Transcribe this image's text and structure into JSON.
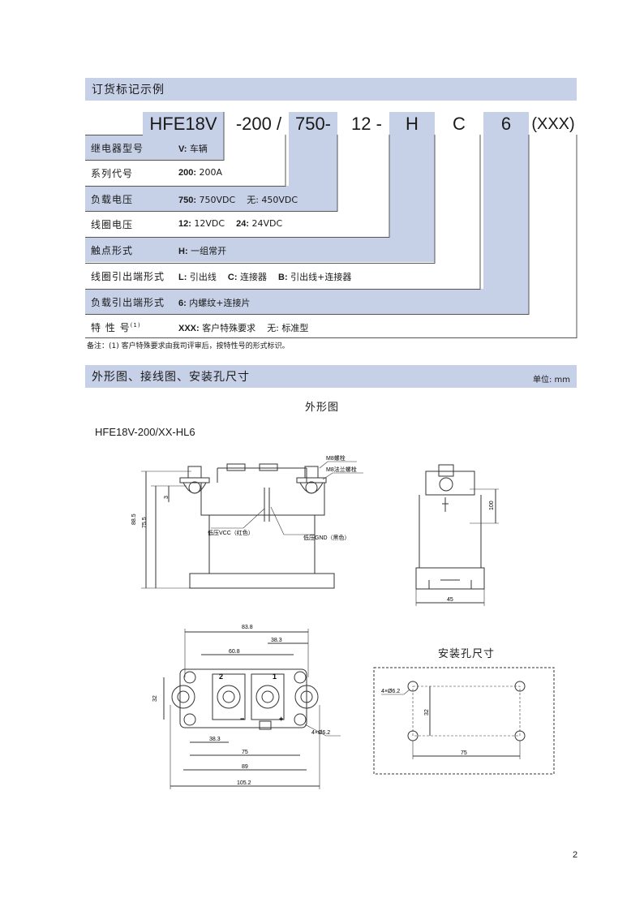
{
  "section1": {
    "title": "订货标记示例"
  },
  "code_parts": [
    "HFE18V",
    "-200 /",
    "750-",
    "12 -",
    "H",
    "C",
    "6",
    "(XXX)"
  ],
  "rows": [
    {
      "label": "继电器型号",
      "values": [
        {
          "code": "V:",
          "text": " 车辆"
        }
      ]
    },
    {
      "label": "系列代号",
      "values": [
        {
          "code": "200:",
          "text": " 200A"
        }
      ]
    },
    {
      "label": "负载电压",
      "values": [
        {
          "code": "750:",
          "text": " 750VDC"
        },
        {
          "code": "",
          "text": "无: 450VDC"
        }
      ]
    },
    {
      "label": "线圈电压",
      "values": [
        {
          "code": "12:",
          "text": " 12VDC"
        },
        {
          "code": "24:",
          "text": " 24VDC"
        }
      ]
    },
    {
      "label": "触点形式",
      "values": [
        {
          "code": "H:",
          "text": " 一组常开"
        }
      ]
    },
    {
      "label": "线圈引出端形式",
      "values": [
        {
          "code": "L:",
          "text": " 引出线"
        },
        {
          "code": "C:",
          "text": " 连接器"
        },
        {
          "code": "B:",
          "text": " 引出线+连接器"
        }
      ]
    },
    {
      "label": "负载引出端形式",
      "values": [
        {
          "code": "6:",
          "text": " 内螺纹+连接片"
        }
      ]
    },
    {
      "label": "特 性 号",
      "sup": "(1)",
      "values": [
        {
          "code": "XXX:",
          "text": " 客户特殊要求"
        },
        {
          "code": "",
          "text": "无: 标准型"
        }
      ]
    }
  ],
  "note": "备注：(1) 客户特殊要求由我司评审后，按特性号的形式标识。",
  "section2": {
    "title": "外形图、接线图、安装孔尺寸",
    "unit": "单位: mm"
  },
  "drawing": {
    "subtitle": "外形图",
    "model": "HFE18V-200/XX-HL6",
    "labels": {
      "m8_bolt": "M8螺栓",
      "m8_flange": "M8法兰螺栓",
      "vcc": "低压VCC（红色）",
      "gnd": "低压GND（黑色）",
      "four_holes": "4×Ø6.2"
    },
    "dims_front": {
      "h1": "88.5",
      "h2": "75.5",
      "h3": "3"
    },
    "dims_side": {
      "w": "45",
      "h": "100"
    },
    "dims_bottom": {
      "a": "83.8",
      "b": "38.3",
      "c": "60.8",
      "d": "32",
      "e": "38.3",
      "f": "75",
      "g": "89",
      "h": "105.2"
    },
    "terminals": {
      "t2": "2",
      "t1": "1",
      "minus": "−",
      "plus": "+"
    },
    "mounting": {
      "title": "安装孔尺寸",
      "holes": "4×Ø6.2",
      "v": "32",
      "h": "75"
    }
  },
  "page_number": "2"
}
